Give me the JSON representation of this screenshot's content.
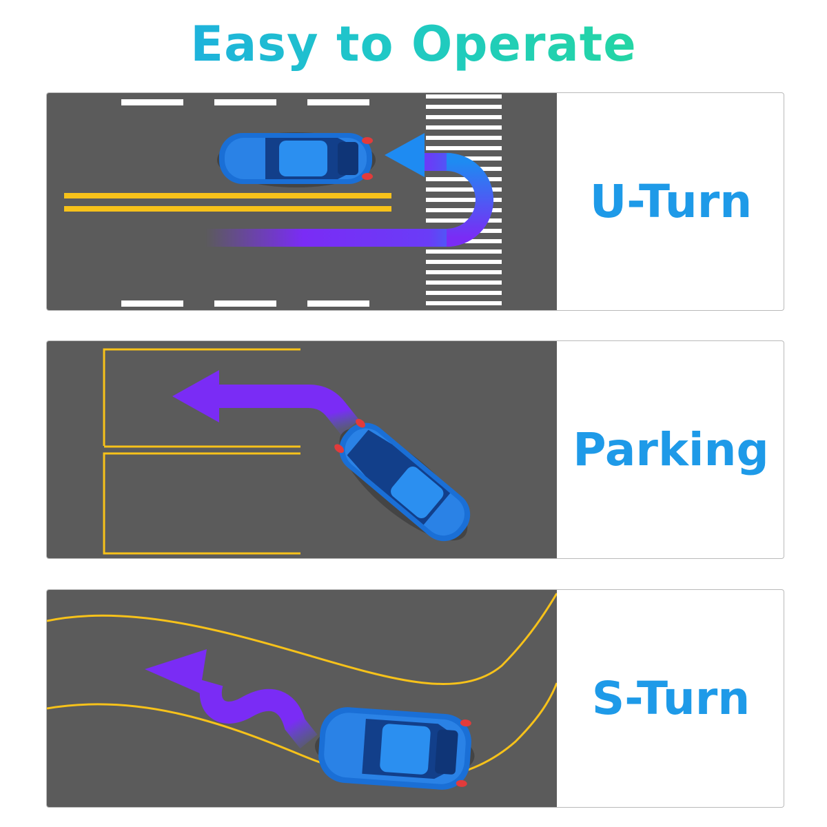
{
  "title": "Easy to Operate",
  "colors": {
    "title_gradient": [
      "#1e9cf0",
      "#27e08a"
    ],
    "road": "#5b5b5b",
    "lane_yellow": "#f7c21a",
    "lane_white": "#ffffff",
    "arrow_blue": "#1e8bf2",
    "arrow_purple": "#7a2cf5",
    "car_blue": "#1a6fd6",
    "label_blue": "#1e9ae8"
  },
  "panels": [
    {
      "label": "U-Turn",
      "arrow_icon": "u-turn-arrow-icon"
    },
    {
      "label": "Parking",
      "arrow_icon": "left-turn-arrow-icon"
    },
    {
      "label": "S-Turn",
      "arrow_icon": "s-curve-arrow-icon"
    }
  ]
}
